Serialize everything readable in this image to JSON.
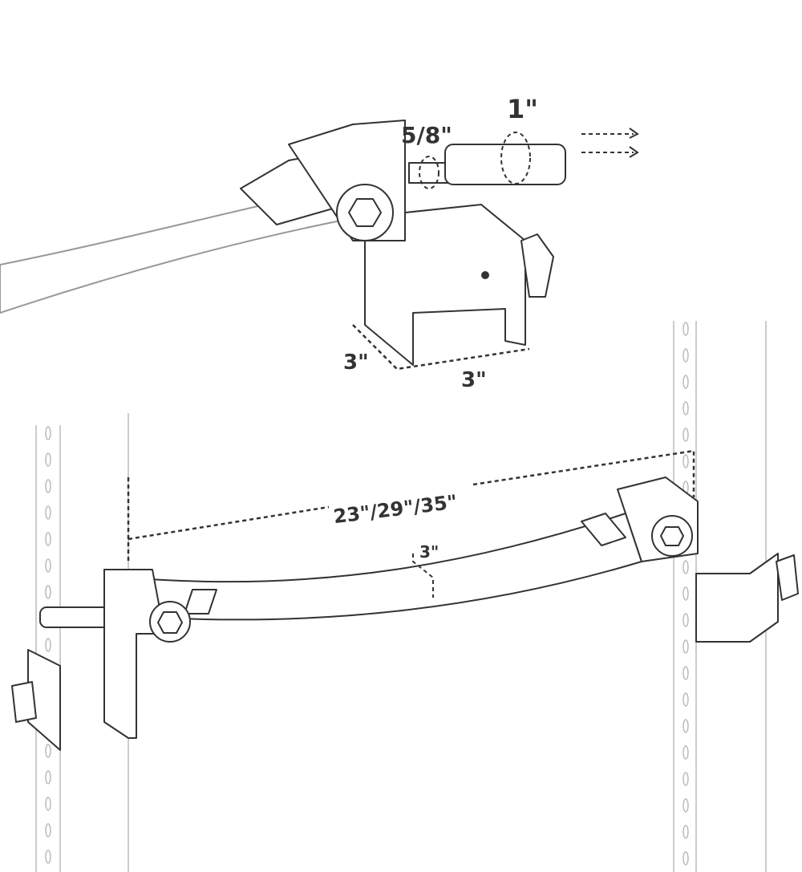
{
  "labels": {
    "pin_large_diameter": "1\"",
    "pin_small_diameter": "5/8\"",
    "bracket_depth": "3\"",
    "bracket_width": "3\"",
    "bar_length": "23\"/29\"/35\"",
    "bar_width": "3\""
  },
  "colors": {
    "line": "#333333",
    "faint": "#bbbbbb",
    "background": "#ffffff"
  }
}
